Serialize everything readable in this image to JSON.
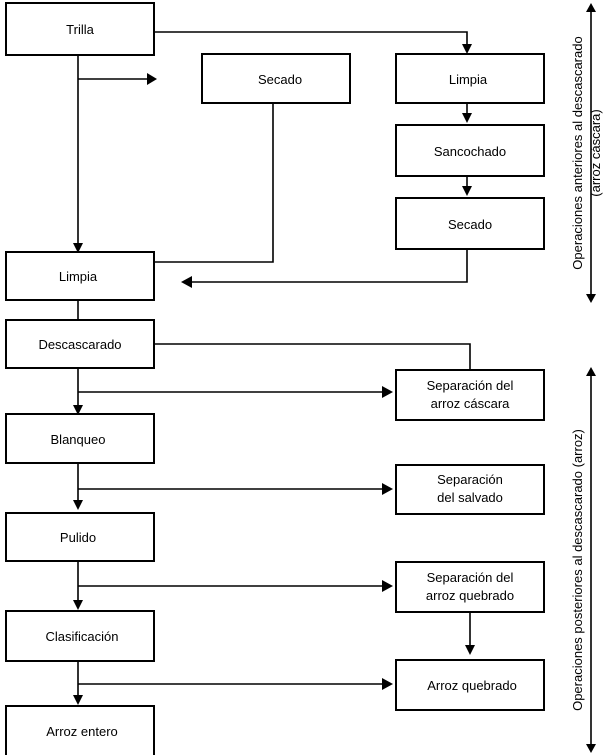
{
  "nodes": {
    "trilla": "Trilla",
    "secado_a": "Secado",
    "limpia_b": "Limpia",
    "sancochado": "Sancochado",
    "secado_b": "Secado",
    "limpia": "Limpia",
    "descascarado": "Descascarado",
    "sep_cascara": [
      "Separación del",
      "arroz cáscara"
    ],
    "blanqueo": "Blanqueo",
    "sep_salvado": [
      "Separación",
      "del salvado"
    ],
    "pulido": "Pulido",
    "sep_quebrado": [
      "Separación del",
      "arroz quebrado"
    ],
    "clasificacion": "Clasificación",
    "quebrado": "Arroz quebrado",
    "entero": "Arroz entero"
  },
  "side_labels": {
    "before_line1": "Operaciones anteriores al descascarado",
    "before_line2": "(arroz cáscara)",
    "after": "Operaciones posteriores al descascarado (arroz)"
  }
}
